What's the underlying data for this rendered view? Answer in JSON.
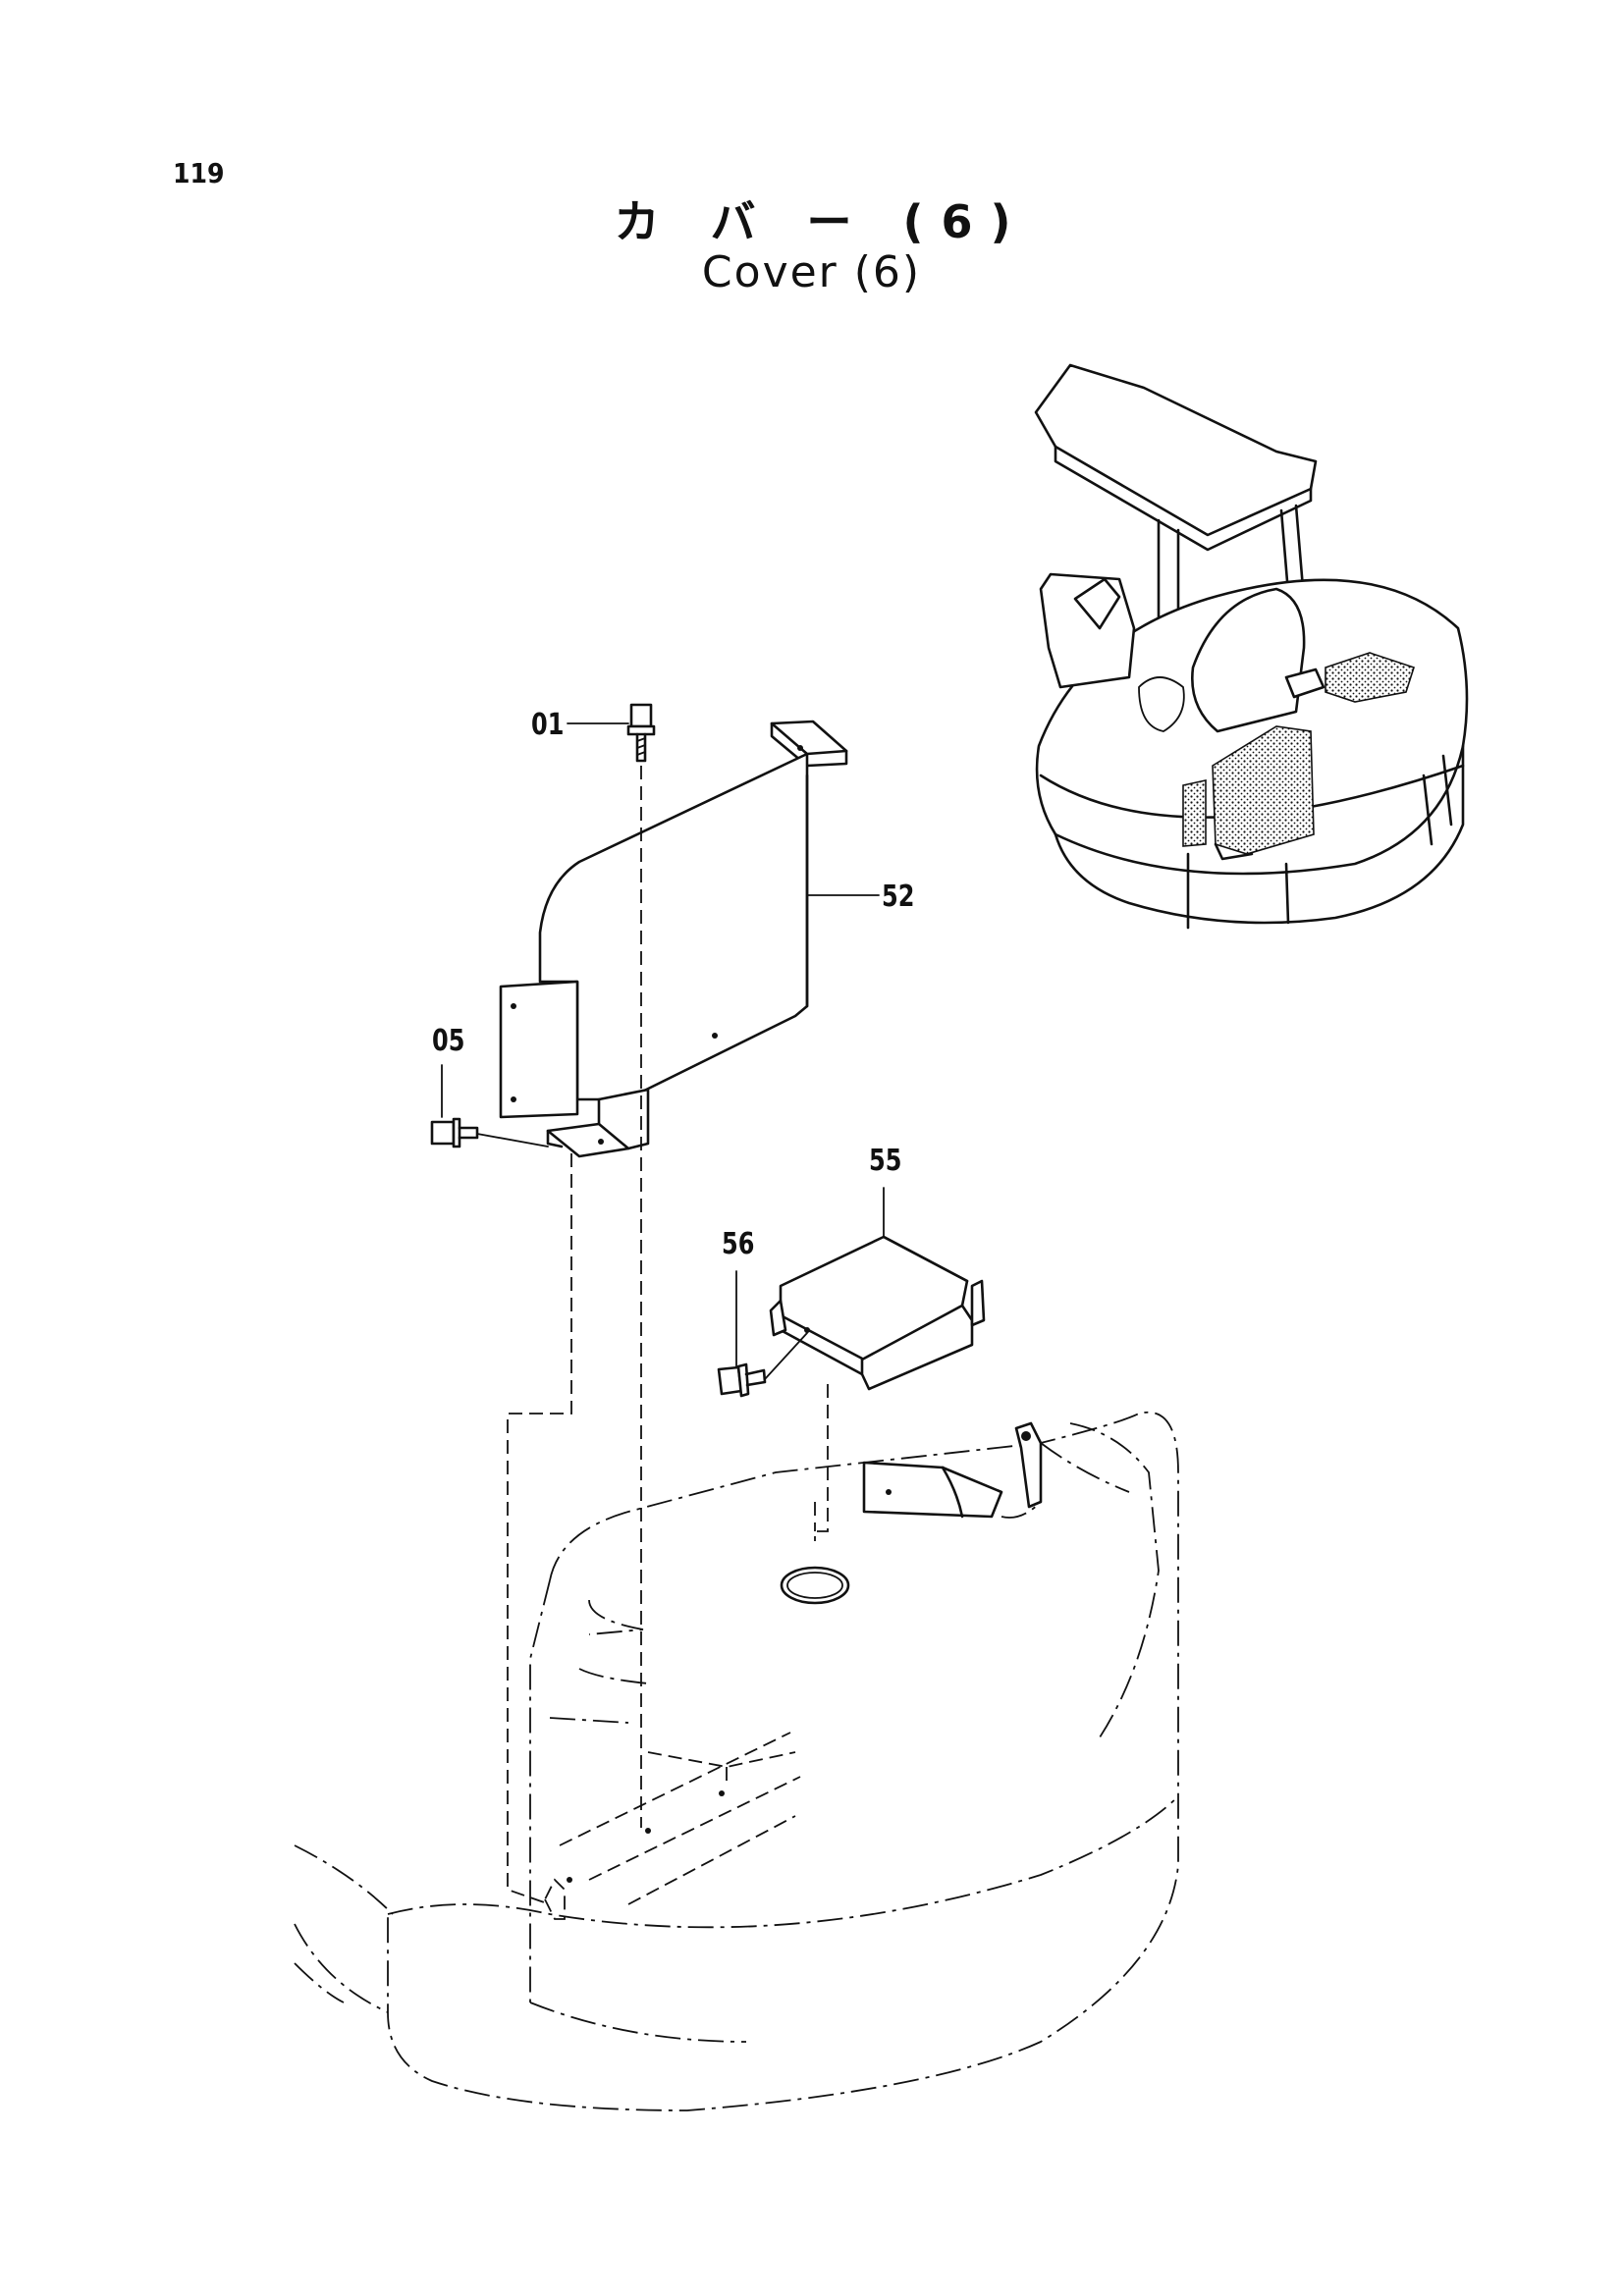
{
  "page": {
    "number": "119",
    "title_jp": "カ バ ー (6)",
    "title_en": "Cover (6)"
  },
  "callouts": {
    "p01": "01",
    "p05": "05",
    "p52": "52",
    "p55": "55",
    "p56": "56"
  },
  "colors": {
    "line": "#111111",
    "background": "#ffffff"
  }
}
